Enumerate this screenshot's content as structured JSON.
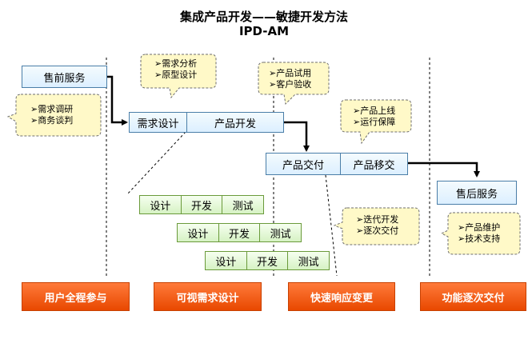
{
  "title": "集成产品开发——敏捷开发方法",
  "subtitle": "IPD-AM",
  "boxes": {
    "presale": "售前服务",
    "req_design": "需求设计",
    "prod_dev": "产品开发",
    "prod_delivery": "产品交付",
    "prod_transfer": "产品移交",
    "aftersale": "售后服务"
  },
  "callouts": {
    "c1": [
      "➢需求分析",
      "➢原型设计"
    ],
    "c2": [
      "➢产品试用",
      "➢客户验收"
    ],
    "c3": [
      "➢需求调研",
      "➢商务谈判"
    ],
    "c4": [
      "➢产品上线",
      "➢运行保障"
    ],
    "c5": [
      "➢迭代开发",
      "➢逐次交付"
    ],
    "c6": [
      "➢产品维护",
      "➢技术支持"
    ]
  },
  "iterations": [
    [
      "设计",
      "开发",
      "测试"
    ],
    [
      "设计",
      "开发",
      "测试"
    ],
    [
      "设计",
      "开发",
      "测试"
    ]
  ],
  "phases": [
    "用户全程参与",
    "可视需求设计",
    "快速响应变更",
    "功能逐次交付"
  ],
  "colors": {
    "callout_fill": "#fff9c8",
    "callout_border": "#6e6e6e",
    "phase_fill": "#ff5a10",
    "box_border": "#4a7ea8",
    "iter_fill": "#dff5cf"
  }
}
